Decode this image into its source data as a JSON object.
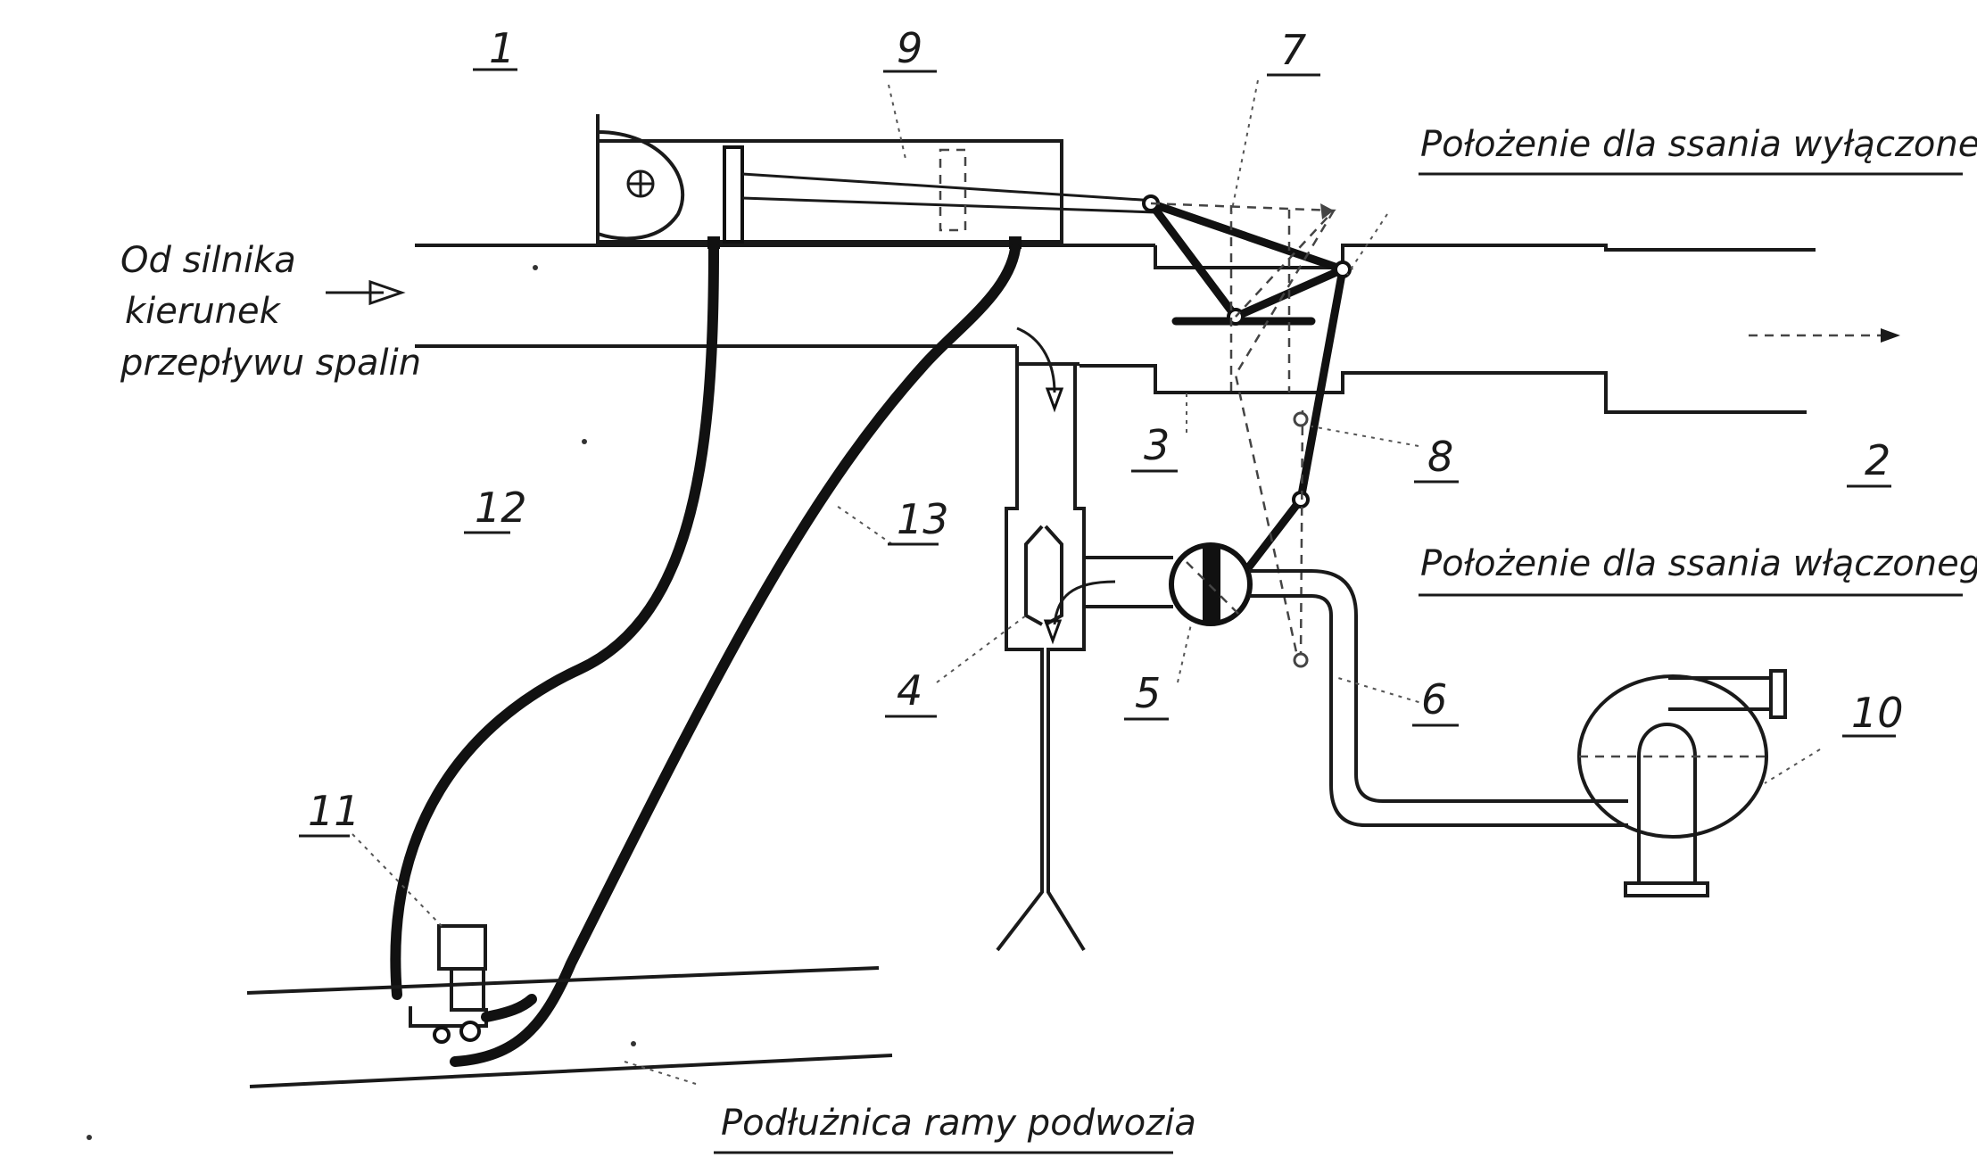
{
  "labels": {
    "n1": "1",
    "n2": "2",
    "n3": "3",
    "n4": "4",
    "n5": "5",
    "n6": "6",
    "n7": "7",
    "n8": "8",
    "n9": "9",
    "n10": "10",
    "n11": "11",
    "n12": "12",
    "n13": "13"
  },
  "captions": {
    "from_engine_line1": "Od silnika",
    "from_engine_line2": "kierunek",
    "from_engine_line3": "przepływu spalin",
    "position_off": "Położenie dla ssania wyłączonego",
    "position_on": "Położenie dla ssania włączonego",
    "frame_member": "Podłużnica ramy podwozia"
  }
}
